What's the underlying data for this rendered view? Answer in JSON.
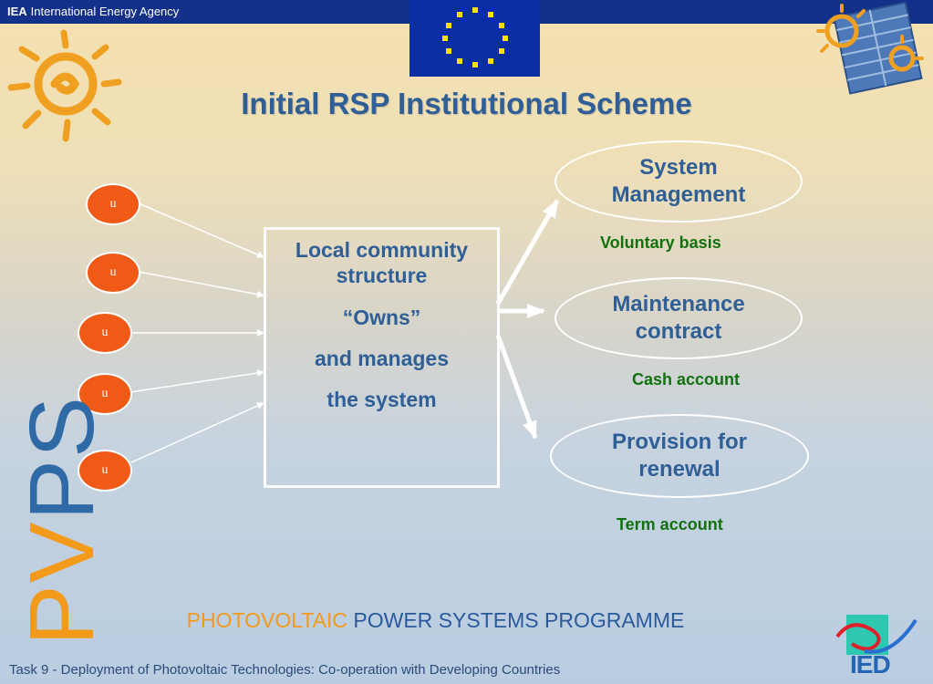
{
  "header": {
    "agency_abbr": "IEA",
    "agency_name": "International Energy Agency"
  },
  "slide": {
    "title": "Initial RSP Institutional Scheme",
    "side_logo": {
      "pv": "PV",
      "ps": "PS"
    },
    "users": [
      "u",
      "u",
      "u",
      "u",
      "u"
    ],
    "center_box": {
      "line1": "Local community",
      "line2": "structure",
      "line3": "“Owns”",
      "line4": "and manages",
      "line5": "the system"
    },
    "outcomes": [
      {
        "line1": "System",
        "line2": "Management",
        "note": "Voluntary basis"
      },
      {
        "line1": "Maintenance",
        "line2": "contract",
        "note": "Cash account"
      },
      {
        "line1": "Provision for",
        "line2": "renewal",
        "note": "Term account"
      }
    ],
    "programme": {
      "highlight": "PHOTOVOLTAIC",
      "rest": "POWER SYSTEMS PROGRAMME"
    },
    "footer": "Task 9 - Deployment of Photovoltaic Technologies: Co-operation with Developing Countries",
    "ied_logo": "IED"
  },
  "colors": {
    "header_bg": "#14318a",
    "title": "#2f5f96",
    "user_dot": "#f05a16",
    "note_green": "#13700f",
    "pv_orange": "#f39a1a",
    "ps_blue": "#2f6aa6"
  }
}
